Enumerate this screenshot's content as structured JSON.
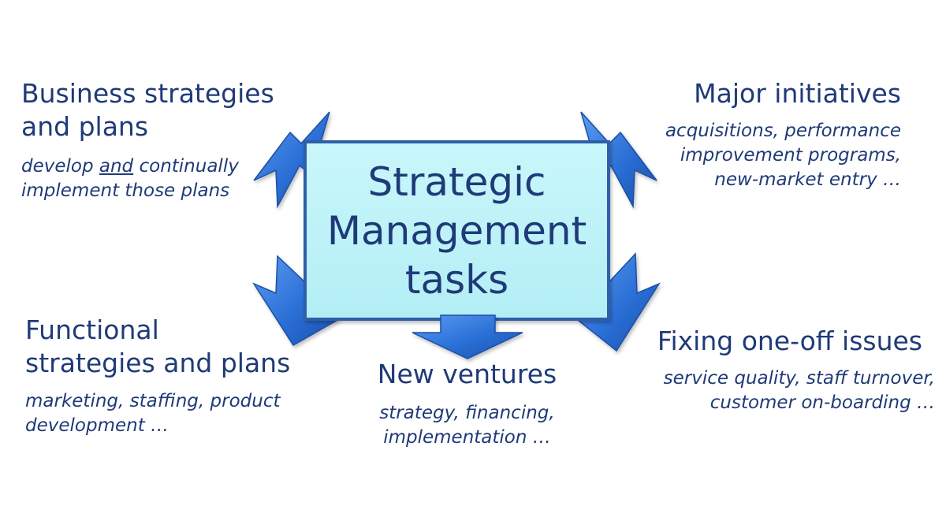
{
  "center": {
    "lines": [
      "Strategic",
      "Management",
      "tasks"
    ]
  },
  "colors": {
    "text": "#1f3a78",
    "box_fill": "#bff3f8",
    "box_stroke": "#2f5fa8",
    "arrow_fill": "#2a6fd6"
  },
  "top_left": {
    "heading": [
      "Business strategies",
      "and plans"
    ],
    "detail_line1_before": "develop ",
    "detail_line1_underlined": "and",
    "detail_line1_after": " continually",
    "detail_line2": "implement those plans"
  },
  "top_right": {
    "heading": "Major initiatives",
    "detail": [
      "acquisitions, performance",
      "improvement programs,",
      "new-market entry …"
    ]
  },
  "bottom_left": {
    "heading": [
      "Functional",
      "strategies and plans"
    ],
    "detail": [
      "marketing, staffing, product",
      "development …"
    ]
  },
  "bottom_center": {
    "heading": "New ventures",
    "detail": [
      "strategy, financing,",
      "implementation …"
    ]
  },
  "bottom_right": {
    "heading": "Fixing one-off issues",
    "detail": [
      "service quality, staff turnover,",
      "customer on-boarding …"
    ]
  }
}
